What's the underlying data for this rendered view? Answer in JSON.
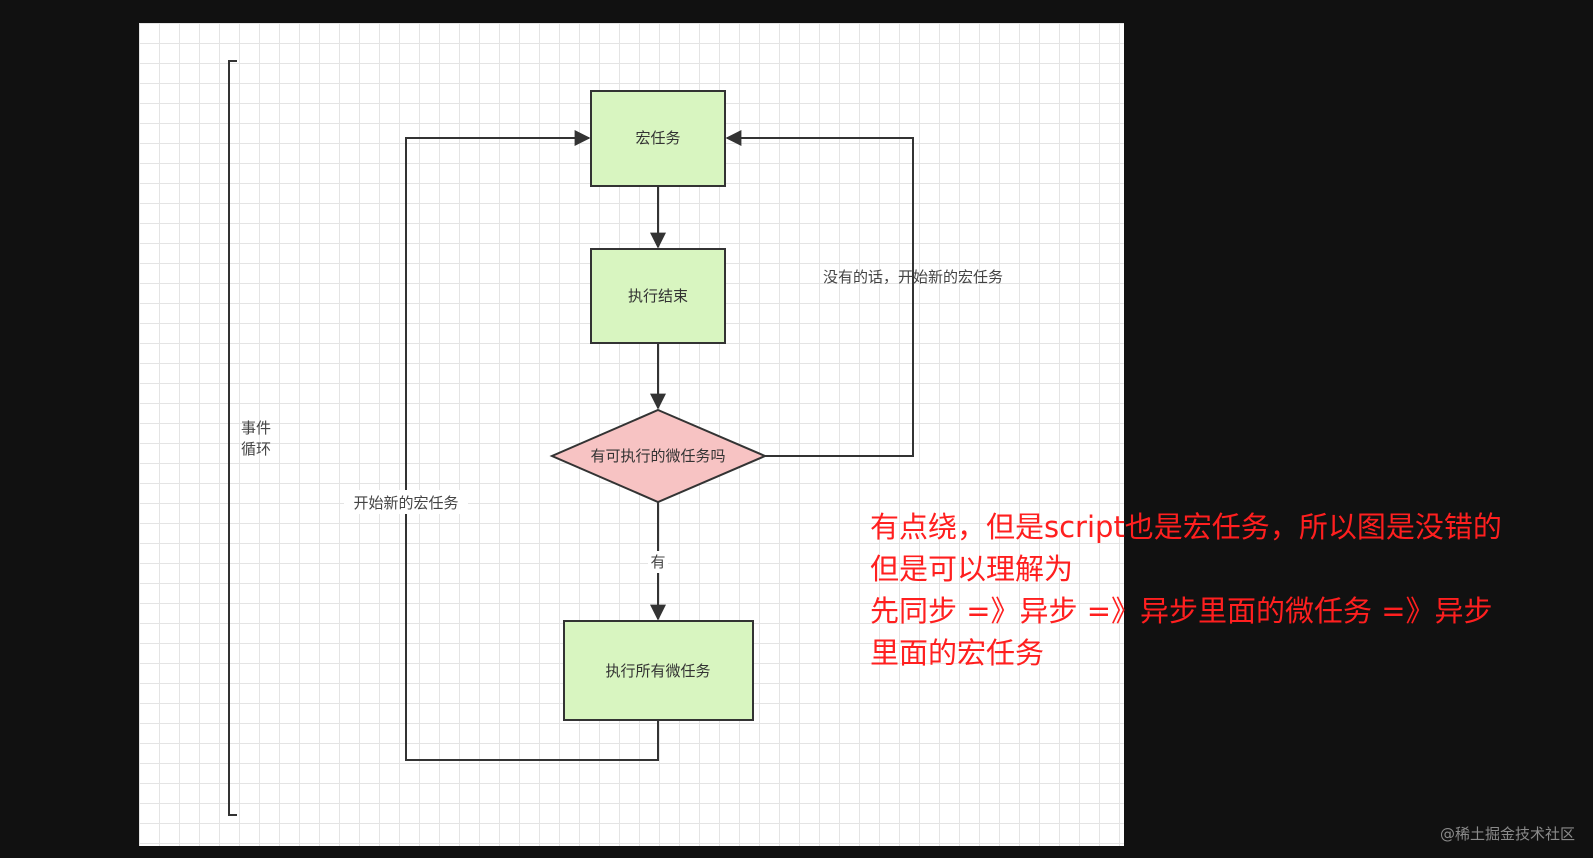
{
  "diagram": {
    "nodes": {
      "macro_task": "宏任务",
      "exec_end": "执行结束",
      "has_micro": "有可执行的微任务吗",
      "exec_all_micro": "执行所有微任务"
    },
    "labels": {
      "no_branch": "没有的话，开始新的宏任务",
      "yes_branch": "有",
      "restart": "开始新的宏任务",
      "event_loop_line1": "事件",
      "event_loop_line2": "循环"
    },
    "colors": {
      "process_fill": "#d8f5c0",
      "decision_fill": "#f7c3c3",
      "stroke": "#333333"
    }
  },
  "note": {
    "lines": [
      "有点绕，但是script也是宏任务，所以图是没错的",
      "但是可以理解为",
      "先同步 =》异步 =》异步里面的微任务 =》异步",
      "里面的宏任务"
    ],
    "color": "#ff1f1f"
  },
  "watermark": "@稀土掘金技术社区"
}
